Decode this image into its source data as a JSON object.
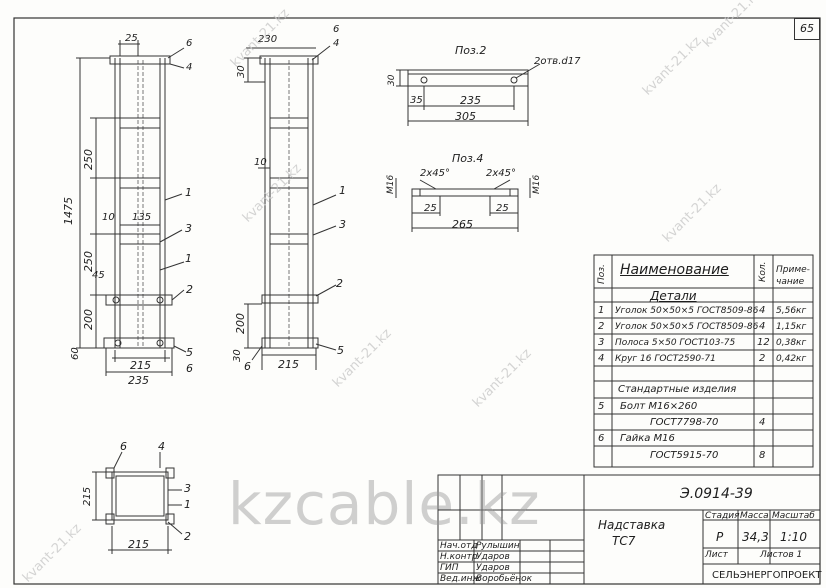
{
  "page_number": "65",
  "watermark_small": "kvant-21.kz",
  "watermark_big": "kzcable.kz",
  "dims_view1": {
    "d25": "25",
    "d250a": "250",
    "d250b": "250",
    "d1475": "1475",
    "d10": "10",
    "d135": "135",
    "d45": "45",
    "d200": "200",
    "d60": "60",
    "d215": "215",
    "d235": "235",
    "c6": "6",
    "c4": "4",
    "c1": "1",
    "c3": "3",
    "c2": "2",
    "c5": "5",
    "c6b": "6"
  },
  "dims_view2": {
    "d230": "230",
    "d30": "30",
    "d10": "10",
    "d200": "200",
    "d30b": "30",
    "d215": "215",
    "c6": "6",
    "c4": "4",
    "c1": "1",
    "c3": "3",
    "c2": "2",
    "c5": "5",
    "c6b": "6"
  },
  "pos2": {
    "title": "Поз.2",
    "d30": "30",
    "d35": "35",
    "d235": "235",
    "d305": "305",
    "hole": "2отв.d17"
  },
  "pos4": {
    "title": "Поз.4",
    "m16": "M16",
    "ch_left": "2x45°",
    "ch_right": "2x45°",
    "m16b": "M16",
    "d25a": "25",
    "d25b": "25",
    "d265": "265"
  },
  "plan": {
    "d215a": "215",
    "d215b": "215",
    "c6": "6",
    "c4": "4",
    "c3": "3",
    "c1": "1",
    "c2": "2"
  },
  "spec": {
    "headers": {
      "pos": "Поз.",
      "name": "Наименование",
      "qty": "Кол.",
      "note": "Приме-чание"
    },
    "section1": "Детали",
    "rows": [
      {
        "pos": "1",
        "name": "Уголок 50×50×5 ГОСТ8509-86",
        "qty": "4",
        "note": "5,56кг"
      },
      {
        "pos": "2",
        "name": "Уголок 50×50×5 ГОСТ8509-86",
        "qty": "4",
        "note": "1,15кг"
      },
      {
        "pos": "3",
        "name": "Полоса 5×50 ГОСТ103-75",
        "qty": "12",
        "note": "0,38кг"
      },
      {
        "pos": "4",
        "name": "Круг 16 ГОСТ2590-71",
        "qty": "2",
        "note": "0,42кг"
      }
    ],
    "section2": "Стандартные изделия",
    "std_rows": [
      {
        "pos": "5",
        "name": "Болт М16×260",
        "name2": "ГОСТ7798-70",
        "qty": "4"
      },
      {
        "pos": "6",
        "name": "Гайка М16",
        "name2": "ГОСТ5915-70",
        "qty": "8"
      }
    ]
  },
  "title_block": {
    "code": "Э.0914-39",
    "name_line1": "Надставка",
    "name_line2": "ТС7",
    "stage_label": "Стадия",
    "mass_label": "Масса",
    "scale_label": "Масштаб",
    "stage": "Р",
    "mass": "34,3",
    "scale": "1:10",
    "sheet_label": "Лист",
    "sheets_label": "Листов 1",
    "org": "СЕЛЬЭНЕРГОПРОЕКТ",
    "roles": [
      {
        "role": "Нач.отд",
        "name": "Рулышин"
      },
      {
        "role": "Н.контр",
        "name": "Ударов"
      },
      {
        "role": "ГИП",
        "name": "Ударов"
      },
      {
        "role": "Вед.инж",
        "name": "Воробьёнок"
      }
    ]
  }
}
